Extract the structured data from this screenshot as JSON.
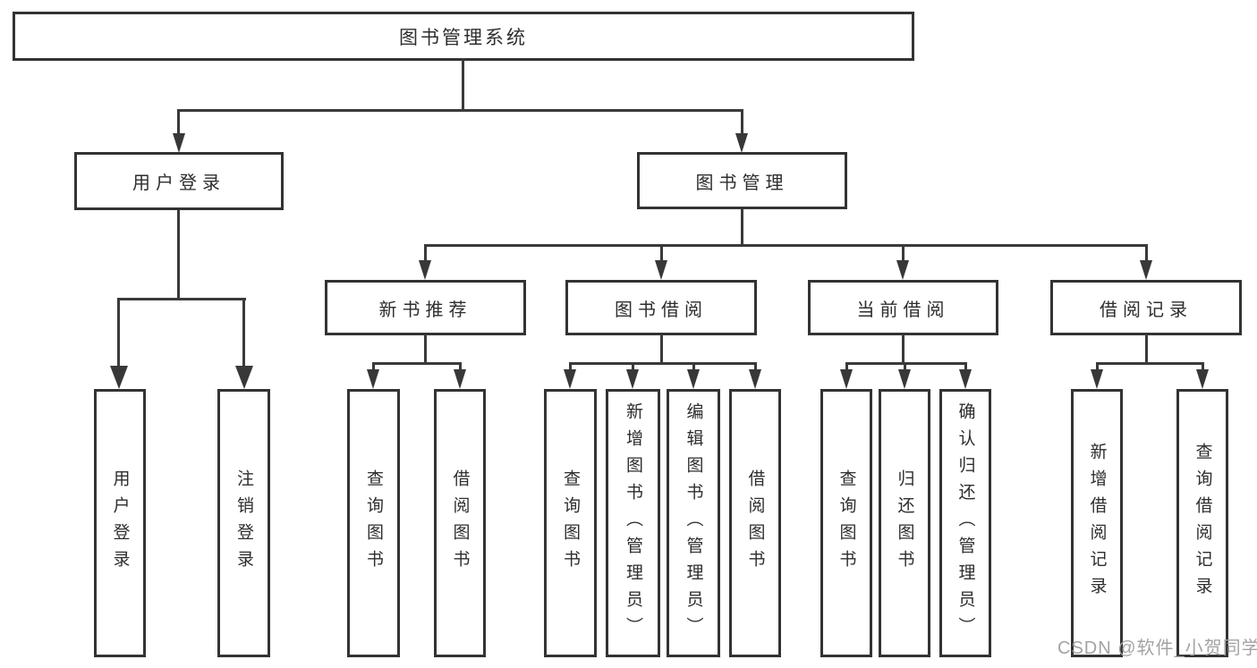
{
  "diagram": {
    "title": "图书管理系统",
    "watermark": "CSDN @软件_小贺同学",
    "colors": {
      "background": "#ffffff",
      "box_border": "#333333",
      "connector_line": "#3a3a3a",
      "text": "#2d2d2d",
      "watermark_text": "#a3a3a3"
    }
  },
  "nodes": {
    "root": {
      "label": "图书管理系统"
    },
    "login": {
      "label": "用户登录"
    },
    "manage": {
      "label": "图书管理"
    },
    "new_books": {
      "label": "新书推荐"
    },
    "book_borrow": {
      "label": "图书借阅"
    },
    "current_borrow": {
      "label": "当前借阅"
    },
    "borrow_records": {
      "label": "借阅记录"
    },
    "login_user_login": {
      "label": "用户登录"
    },
    "login_logout": {
      "label": "注销登录"
    },
    "nb_query_books": {
      "label": "查询图书"
    },
    "nb_borrow_books": {
      "label": "借阅图书"
    },
    "bb_query_books": {
      "label": "查询图书"
    },
    "bb_add_books_admin": {
      "label": "新增图书（管理员）"
    },
    "bb_edit_books_admin": {
      "label": "编辑图书（管理员）"
    },
    "bb_borrow_books": {
      "label": "借阅图书"
    },
    "cb_query_books": {
      "label": "查询图书"
    },
    "cb_return_books": {
      "label": "归还图书"
    },
    "cb_confirm_return_admin": {
      "label": "确认归还（管理员）"
    },
    "br_add_record": {
      "label": "新增借阅记录"
    },
    "br_query_record": {
      "label": "查询借阅记录"
    }
  }
}
